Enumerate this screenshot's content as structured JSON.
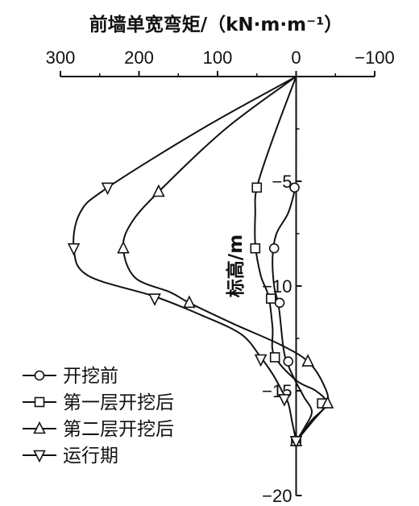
{
  "chart_data": {
    "type": "line",
    "title": "",
    "xlabel": "前墙单宽弯矩/（kN·m·m⁻¹）",
    "ylabel": "标高/m",
    "xlim": [
      300,
      -100
    ],
    "ylim": [
      -20,
      0
    ],
    "x_reversed": true,
    "x_axis_position": "top",
    "y_axis_at_x": 0,
    "x_ticks": [
      300,
      200,
      100,
      0,
      -100
    ],
    "x_tick_labels": [
      "300",
      "200",
      "100",
      "0",
      "−100"
    ],
    "y_ticks": [
      -5,
      -10,
      -15,
      -20
    ],
    "y_tick_labels": [
      "−5",
      "−10",
      "−15",
      "−20"
    ],
    "grid": false,
    "legend_placement": "bottom-left",
    "series": [
      {
        "name": "开挖前",
        "marker": "circle",
        "color": "#111111",
        "points": [
          [
            0,
            0
          ],
          [
            0,
            -4.8
          ],
          [
            1,
            -5.3
          ],
          [
            10,
            -6.5
          ],
          [
            25,
            -7.5
          ],
          [
            30,
            -8.6
          ],
          [
            28,
            -10
          ],
          [
            22,
            -11
          ],
          [
            16,
            -13
          ],
          [
            10,
            -13.8
          ],
          [
            0,
            -14.6
          ],
          [
            -10,
            -15.3
          ],
          [
            -20,
            -16
          ],
          [
            -10,
            -16.8
          ],
          [
            0,
            -17.4
          ]
        ],
        "markers": [
          [
            2,
            -5.3
          ],
          [
            28,
            -8.2
          ],
          [
            21,
            -10.8
          ],
          [
            10,
            -13.6
          ],
          [
            0,
            -17.4
          ]
        ]
      },
      {
        "name": "第一层开挖后",
        "marker": "square",
        "color": "#111111",
        "points": [
          [
            0,
            0
          ],
          [
            30,
            -3
          ],
          [
            50,
            -5.3
          ],
          [
            52,
            -6.5
          ],
          [
            52,
            -8
          ],
          [
            45,
            -9.5
          ],
          [
            35,
            -10.5
          ],
          [
            30,
            -12
          ],
          [
            28,
            -13.3
          ],
          [
            0,
            -14.5
          ],
          [
            -25,
            -15
          ],
          [
            -38,
            -15.6
          ],
          [
            -20,
            -16.5
          ],
          [
            0,
            -17.4
          ]
        ],
        "markers": [
          [
            50,
            -5.3
          ],
          [
            52,
            -8.2
          ],
          [
            32,
            -10.6
          ],
          [
            27,
            -13.4
          ],
          [
            -33,
            -15.6
          ],
          [
            0,
            -17.4
          ]
        ]
      },
      {
        "name": "第二层开挖后",
        "marker": "triangle-up",
        "color": "#111111",
        "points": [
          [
            0,
            0
          ],
          [
            90,
            -2.5
          ],
          [
            175,
            -5.5
          ],
          [
            210,
            -7
          ],
          [
            220,
            -8.2
          ],
          [
            205,
            -9.6
          ],
          [
            160,
            -10.3
          ],
          [
            136,
            -10.8
          ],
          [
            80,
            -11.8
          ],
          [
            20,
            -12.8
          ],
          [
            -15,
            -13.6
          ],
          [
            -35,
            -14.7
          ],
          [
            -40,
            -15.6
          ],
          [
            -20,
            -16.4
          ],
          [
            0,
            -17.4
          ]
        ],
        "markers": [
          [
            175,
            -5.5
          ],
          [
            220,
            -8.2
          ],
          [
            136,
            -10.8
          ],
          [
            -15,
            -13.6
          ],
          [
            -40,
            -15.6
          ],
          [
            0,
            -17.4
          ]
        ]
      },
      {
        "name": "运行期",
        "marker": "triangle-down",
        "color": "#111111",
        "points": [
          [
            0,
            0
          ],
          [
            120,
            -2.5
          ],
          [
            240,
            -5.3
          ],
          [
            275,
            -6.5
          ],
          [
            283,
            -8.2
          ],
          [
            265,
            -9.5
          ],
          [
            180,
            -10.5
          ],
          [
            120,
            -11.4
          ],
          [
            70,
            -12.3
          ],
          [
            45,
            -13.4
          ],
          [
            30,
            -14.2
          ],
          [
            18,
            -15
          ],
          [
            10,
            -15.6
          ],
          [
            5,
            -16.5
          ],
          [
            0,
            -17.4
          ]
        ],
        "markers": [
          [
            240,
            -5.3
          ],
          [
            283,
            -8.2
          ],
          [
            180,
            -10.6
          ],
          [
            45,
            -13.5
          ],
          [
            15,
            -15.4
          ],
          [
            0,
            -17.4
          ]
        ]
      }
    ]
  }
}
